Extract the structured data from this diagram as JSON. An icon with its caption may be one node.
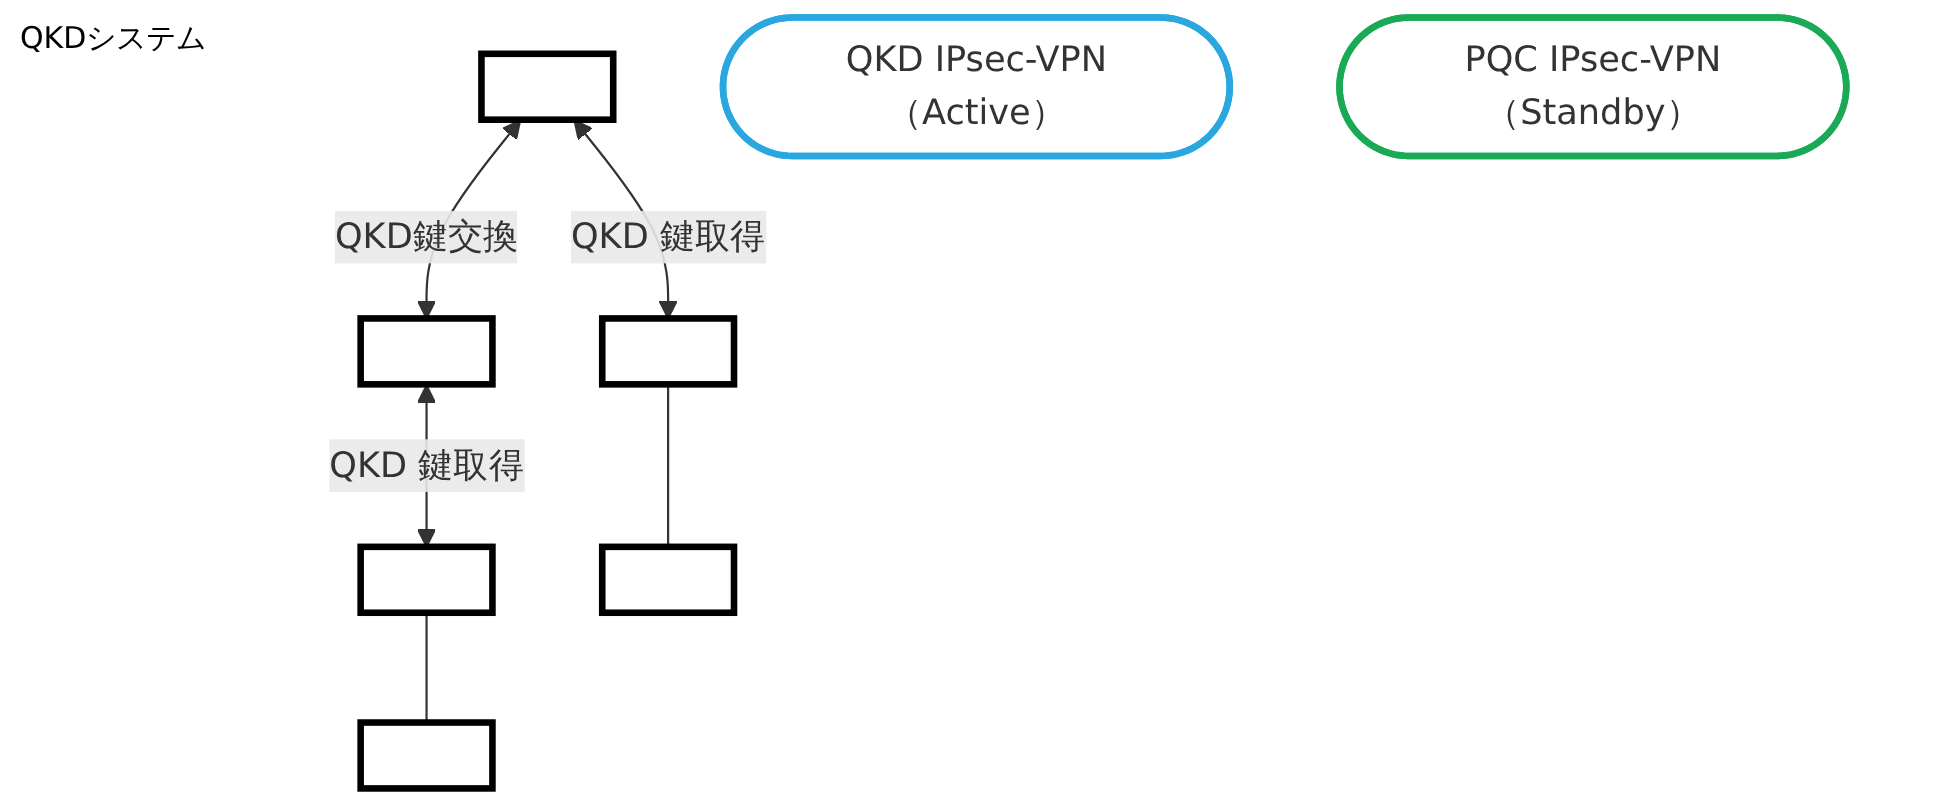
{
  "diagram": {
    "nodes": [
      {
        "text": [],
        "shape": "box"
      },
      {
        "text": [],
        "shape": "box"
      },
      {
        "text": [],
        "shape": "box"
      },
      {
        "text": [],
        "shape": "box"
      },
      {
        "text": [],
        "shape": "box"
      },
      {
        "text": [],
        "shape": "box"
      },
      {
        "text": [
          "QKD IPsec-VPN（Active）"
        ]
      },
      {
        "text": [
          "PQC IPsec-VPN（Standby）"
        ]
      }
    ],
    "edges": [
      {
        "from": 0,
        "to": 1,
        "arrow": "both",
        "label": "QKD鍵交換"
      },
      {
        "from": 0,
        "to": 2,
        "arrow": "both",
        "label": "QKD 鍵取得"
      },
      {
        "from": 1,
        "to": 3,
        "arrow": "both",
        "label": "QKD 鍵取得"
      },
      {
        "from": 2,
        "to": 4,
        "arrow": "none"
      },
      {
        "from": 3,
        "to": 5,
        "arrow": "none"
      }
    ],
    "labels": [
      "QKDシステム"
    ]
  }
}
